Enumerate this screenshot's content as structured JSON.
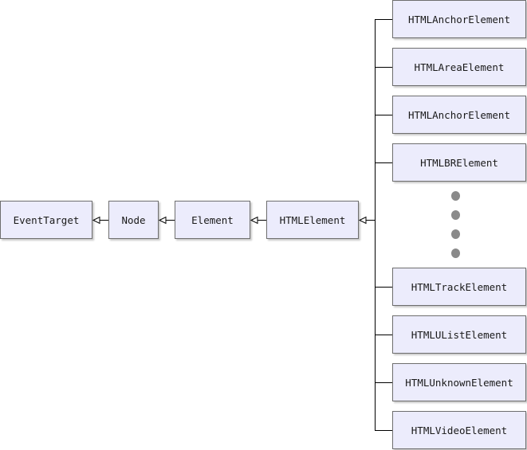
{
  "colors": {
    "box_fill": "#ececfc",
    "box_border": "#6e6e6e",
    "line": "#000000",
    "ellipsis_dot": "#8a8a8a"
  },
  "chain": {
    "event_target": "EventTarget",
    "node": "Node",
    "element": "Element",
    "html_element": "HTMLElement"
  },
  "subclasses": {
    "top": [
      "HTMLAnchorElement",
      "HTMLAreaElement",
      "HTMLAnchorElement",
      "HTMLBRElement"
    ],
    "bottom": [
      "HTMLTrackElement",
      "HTMLUListElement",
      "HTMLUnknownElement",
      "HTMLVideoElement"
    ]
  },
  "ellipsis_dot_count": 4
}
